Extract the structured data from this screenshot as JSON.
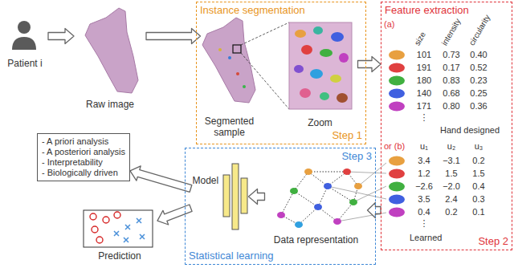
{
  "diagram": {
    "nodes": [
      {
        "text": [
          "Patient i"
        ]
      },
      {
        "text": [
          "Raw image"
        ]
      },
      {
        "text": [
          "Instance segmentation",
          "Step 1"
        ]
      },
      {
        "text": [
          "Segmented sample"
        ],
        "in": 2
      },
      {
        "text": [
          "Zoom"
        ],
        "in": 2
      },
      {
        "text": [
          "Feature extraction",
          "Step 2"
        ]
      },
      {
        "text": [
          "- A priori analysis",
          "- A posteriori analysis",
          "- Interpretability",
          "- Biologically driven"
        ]
      },
      {
        "text": [
          "Statistical learning",
          "Step 3"
        ]
      },
      {
        "text": [
          "Model"
        ],
        "in": 7
      },
      {
        "text": [
          "Data representation"
        ],
        "in": 7
      },
      {
        "text": [
          "Prediction"
        ]
      }
    ],
    "edges": [
      {
        "from": 0,
        "to": 1,
        "arrow": "to"
      },
      {
        "from": 1,
        "to": 3,
        "arrow": "to"
      },
      {
        "from": 4,
        "to": 5,
        "arrow": "to"
      },
      {
        "from": 5,
        "to": 9,
        "arrow": "to"
      },
      {
        "from": 9,
        "to": 8,
        "arrow": "to"
      },
      {
        "from": 8,
        "to": 10,
        "arrow": "to"
      },
      {
        "from": 8,
        "to": 6,
        "arrow": "to"
      }
    ],
    "labels": [
      "(a)",
      "size",
      "intensity",
      "circularity",
      "101",
      "0.73",
      "0.40",
      "191",
      "0.17",
      "0.52",
      "180",
      "0.83",
      "0.23",
      "140",
      "0.68",
      "0.25",
      "171",
      "0.80",
      "0.36",
      "⋮",
      "Hand designed",
      "or (b)",
      "u₁",
      "u₂",
      "u₃",
      "3.4",
      "−3.1",
      "0.2",
      "1.2",
      "1.5",
      "1.5",
      "−2.6",
      "−2.0",
      "0.4",
      "3.5",
      "2.4",
      "0.3",
      "0.4",
      "0.2",
      "0.1",
      "⋮",
      "Learned"
    ]
  }
}
